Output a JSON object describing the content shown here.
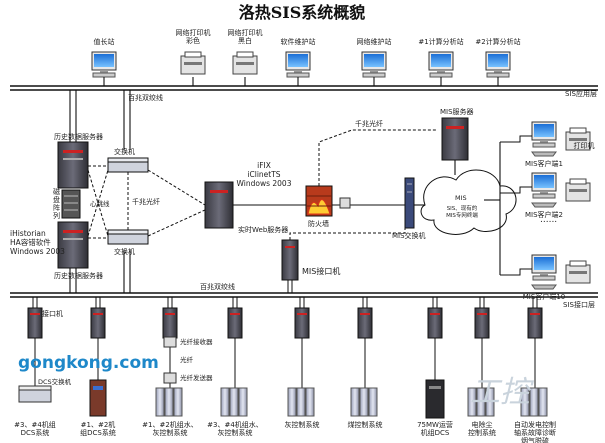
{
  "title": "洛热SIS系统概貌",
  "top_devices": [
    {
      "label": "值长站",
      "kind": "monitor"
    },
    {
      "label": "网络打印机\n彩色",
      "kind": "printer"
    },
    {
      "label": "网络打印机\n黑白",
      "kind": "printer"
    },
    {
      "label": "软件维护站",
      "kind": "monitor"
    },
    {
      "label": "网络维护站",
      "kind": "monitor"
    },
    {
      "label": "#1计算分析站",
      "kind": "monitor"
    },
    {
      "label": "#2计算分析站",
      "kind": "monitor"
    }
  ],
  "bus_labels": {
    "top_redundant": "百兆双绞线",
    "sis_app_layer": "SIS应用层",
    "bottom_redundant": "百兆双绞线",
    "sis_interface_layer": "SIS接口层"
  },
  "servers": {
    "history_top": "历史数据服务器",
    "history_bottom": "历史数据服务器",
    "disk_array": "磁盘阵列",
    "ihistorian": "iHistorian\nHA容错软件\nWindows 2003",
    "switch_top": "交换机",
    "switch_bottom": "交换机",
    "gigabit_fiber": "千兆光纤",
    "heartbeat": "心跳线",
    "ifix": "iFIX\niClinetTS\nWindows 2003",
    "realtime_web": "实时Web服务器",
    "firewall": "防火墙",
    "gigabit_fiber_2": "千兆光纤",
    "mis_server": "MIS服务器",
    "mis_switch": "MIS交换机",
    "mis_cloud": "MIS",
    "mis_cloud_note": "SIS、现有的\nMIS专网终端",
    "mis_interface": "MIS接口机"
  },
  "mis_clients": [
    {
      "label": "MIS客户端1"
    },
    {
      "label": "MIS客户端2"
    },
    {
      "label": "MIS客户端10"
    }
  ],
  "mis_printer": "打印机",
  "mis_ellipsis": "......",
  "interface_label": "接口机",
  "fiber_labels": {
    "receiver": "光纤接收器",
    "fiber": "光纤",
    "transmitter": "光纤发送器"
  },
  "dcs_switch": "DCS交换机",
  "bottom_systems": [
    {
      "label": "#3、#4机组\nDCS系统"
    },
    {
      "label": "#1、#2机\n组DCS系统"
    },
    {
      "label": "#1、#2机组水、\n灰控制系统"
    },
    {
      "label": "#3、#4机组水、\n灰控制系统"
    },
    {
      "label": "灰控制系统"
    },
    {
      "label": "煤控制系统"
    },
    {
      "label": "75MW运营\n机组DCS"
    },
    {
      "label": "电除尘\n控制系统"
    },
    {
      "label": "自动发电控制\n轴系故障诊断\n烟气脱硫"
    }
  ],
  "watermarks": {
    "left": "gongkong.com",
    "right": "工控"
  }
}
